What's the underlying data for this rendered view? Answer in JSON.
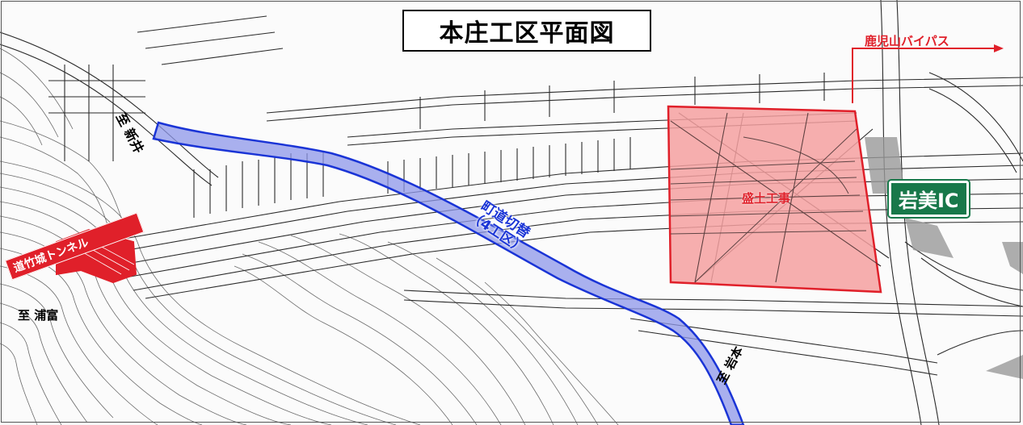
{
  "map": {
    "title": "本庄工区平面図",
    "bypass_label": "鹿児山バイパス",
    "ic_label": "岩美IC",
    "embankment_label": "盛土工事",
    "road_change_label_line1": "町道切替",
    "road_change_label_line2": "（4工区）",
    "tunnel_label": "道竹城トンネル",
    "direction_niiyi": "至 新井",
    "direction_uradome": "至 浦富",
    "direction_iwamoto": "至 岩本",
    "colors": {
      "embankment_fill": "#f4a0a0",
      "embankment_stroke": "#e0202a",
      "road_change_fill": "#8d97ea",
      "road_change_stroke": "#1a34d6",
      "tunnel_fill": "#e0202a",
      "ic_badge": "#18784a",
      "linework": "#2a2a2a"
    }
  }
}
